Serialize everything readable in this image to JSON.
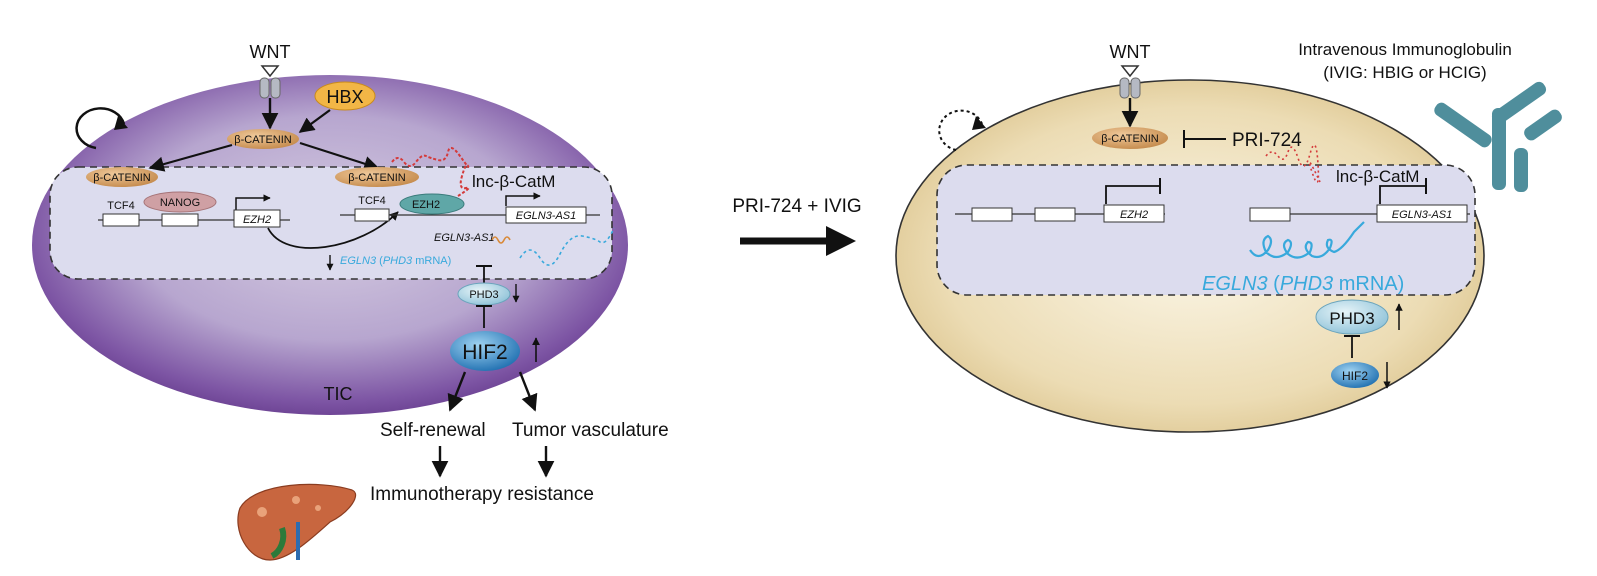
{
  "left_panel": {
    "wnt_label": "WNT",
    "hbx_label": "HBX",
    "beta_catenin_top": "β-CATENIN",
    "beta_catenin_left": "β-CATENIN",
    "beta_catenin_right": "β-CATENIN",
    "tcf4_left": "TCF4",
    "nanog": "NANOG",
    "ezh2_gene": "EZH2",
    "tcf4_right": "TCF4",
    "ezh2_protein": "EZH2",
    "lnc_label": "lnc-β-CatM",
    "egln3_as1_gene": "EGLN3-AS1",
    "egln3_as1_rna": "EGLN3-AS1",
    "egln3_mrna_gene": "EGLN3",
    "egln3_mrna_open": " (",
    "egln3_mrna_phd3": "PHD3",
    "egln3_mrna_close": " mRNA)",
    "phd3": "PHD3",
    "hif2": "HIF2",
    "tic_label": "TIC",
    "self_renewal": "Self-renewal",
    "tumor_vasculature": "Tumor vasculature",
    "immunotherapy_resistance": "Immunotherapy resistance"
  },
  "treatment_arrow": {
    "label": "PRI-724 + IVIG"
  },
  "right_panel": {
    "wnt_label": "WNT",
    "beta_catenin": "β-CATENIN",
    "pri724": "PRI-724",
    "ivig_line1": "Intravenous Immunoglobulin",
    "ivig_line2": "(IVIG: HBIG or HCIG)",
    "lnc_label": "lnc-β-CatM",
    "ezh2_gene": "EZH2",
    "egln3_as1_gene": "EGLN3-AS1",
    "egln3_mrna_gene": "EGLN3",
    "egln3_mrna_open": " (",
    "egln3_mrna_phd3": "PHD3",
    "egln3_mrna_close": " mRNA)",
    "phd3": "PHD3",
    "hif2": "HIF2"
  },
  "colors": {
    "tic_cell": "#7a4fa0",
    "normal_cell": "#e6d5a8",
    "nucleus": "#d8d8ea",
    "hbx": "#f2b646",
    "beta_catenin": "#cf9a5e",
    "lnc_rna": "#d43a3a",
    "egln3_as1_rna": "#d98a3a",
    "egln3_mrna": "#38a9dc",
    "hif2": "#2d86c8",
    "phd3": "#a9d4e4",
    "antibody": "#4f8e9c"
  },
  "icons": {
    "receptor": "wnt-receptor-icon",
    "cycle": "self-renewal-cycle-icon",
    "liver": "liver-icon",
    "antibody": "antibody-icon"
  }
}
